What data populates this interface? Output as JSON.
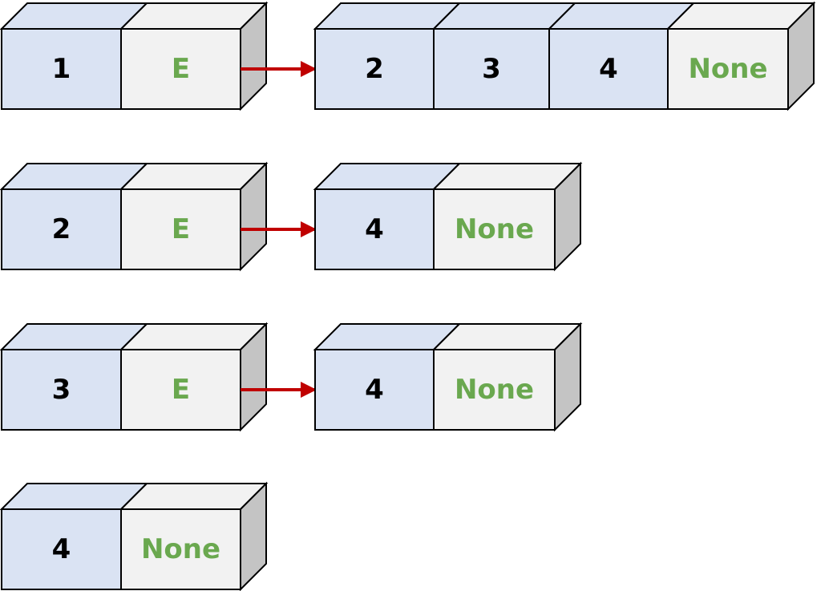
{
  "rows": [
    {
      "head": {
        "value": "1",
        "pointer": "E"
      },
      "target": [
        {
          "label": "2",
          "kind": "value"
        },
        {
          "label": "3",
          "kind": "value"
        },
        {
          "label": "4",
          "kind": "value"
        },
        {
          "label": "None",
          "kind": "terminal"
        }
      ]
    },
    {
      "head": {
        "value": "2",
        "pointer": "E"
      },
      "target": [
        {
          "label": "4",
          "kind": "value"
        },
        {
          "label": "None",
          "kind": "terminal"
        }
      ]
    },
    {
      "head": {
        "value": "3",
        "pointer": "E"
      },
      "target": [
        {
          "label": "4",
          "kind": "value"
        },
        {
          "label": "None",
          "kind": "terminal"
        }
      ]
    },
    {
      "head": {
        "value": "4",
        "pointer": "None"
      },
      "target": []
    }
  ],
  "colors": {
    "value_face": "#dae3f3",
    "pointer_face": "#f2f2f2",
    "side_face": "#c4c4c4",
    "edge": "#000000",
    "keyword_text": "#6aa84f",
    "arrow": "#c00000"
  }
}
